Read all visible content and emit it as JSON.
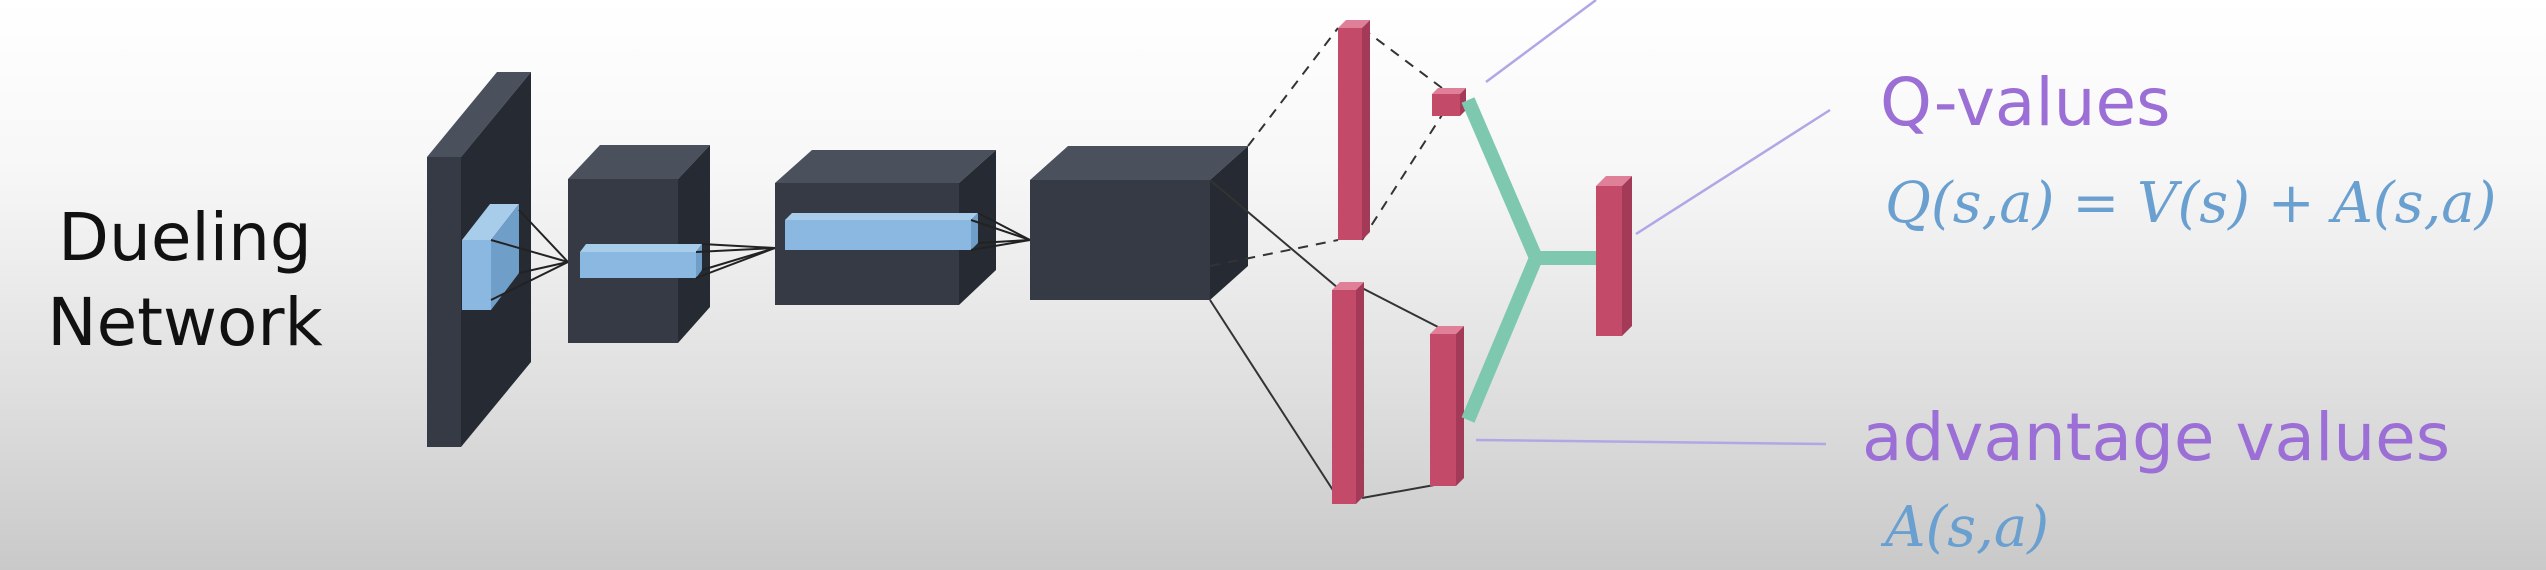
{
  "title": {
    "line1": "Dueling",
    "line2": "Network"
  },
  "labels": {
    "q_values": "Q-values",
    "q_formula": "Q(s,a) = V(s) + A(s,a)",
    "advantage_values": "advantage values",
    "advantage_formula": "A(s,a)"
  },
  "colors": {
    "block_front": "#353a45",
    "block_top": "#4a505c",
    "block_side": "#262a33",
    "kernel": "#8ab8e0",
    "fc_layer": "#c44a6a",
    "fc_layer_light": "#e07f98",
    "aggregator": "#7ec8b0",
    "annotation_line": "#b3a6e6",
    "label_purple": "#9b6fd6",
    "formula_blue": "#6aa0d0",
    "title_text": "#111111"
  }
}
